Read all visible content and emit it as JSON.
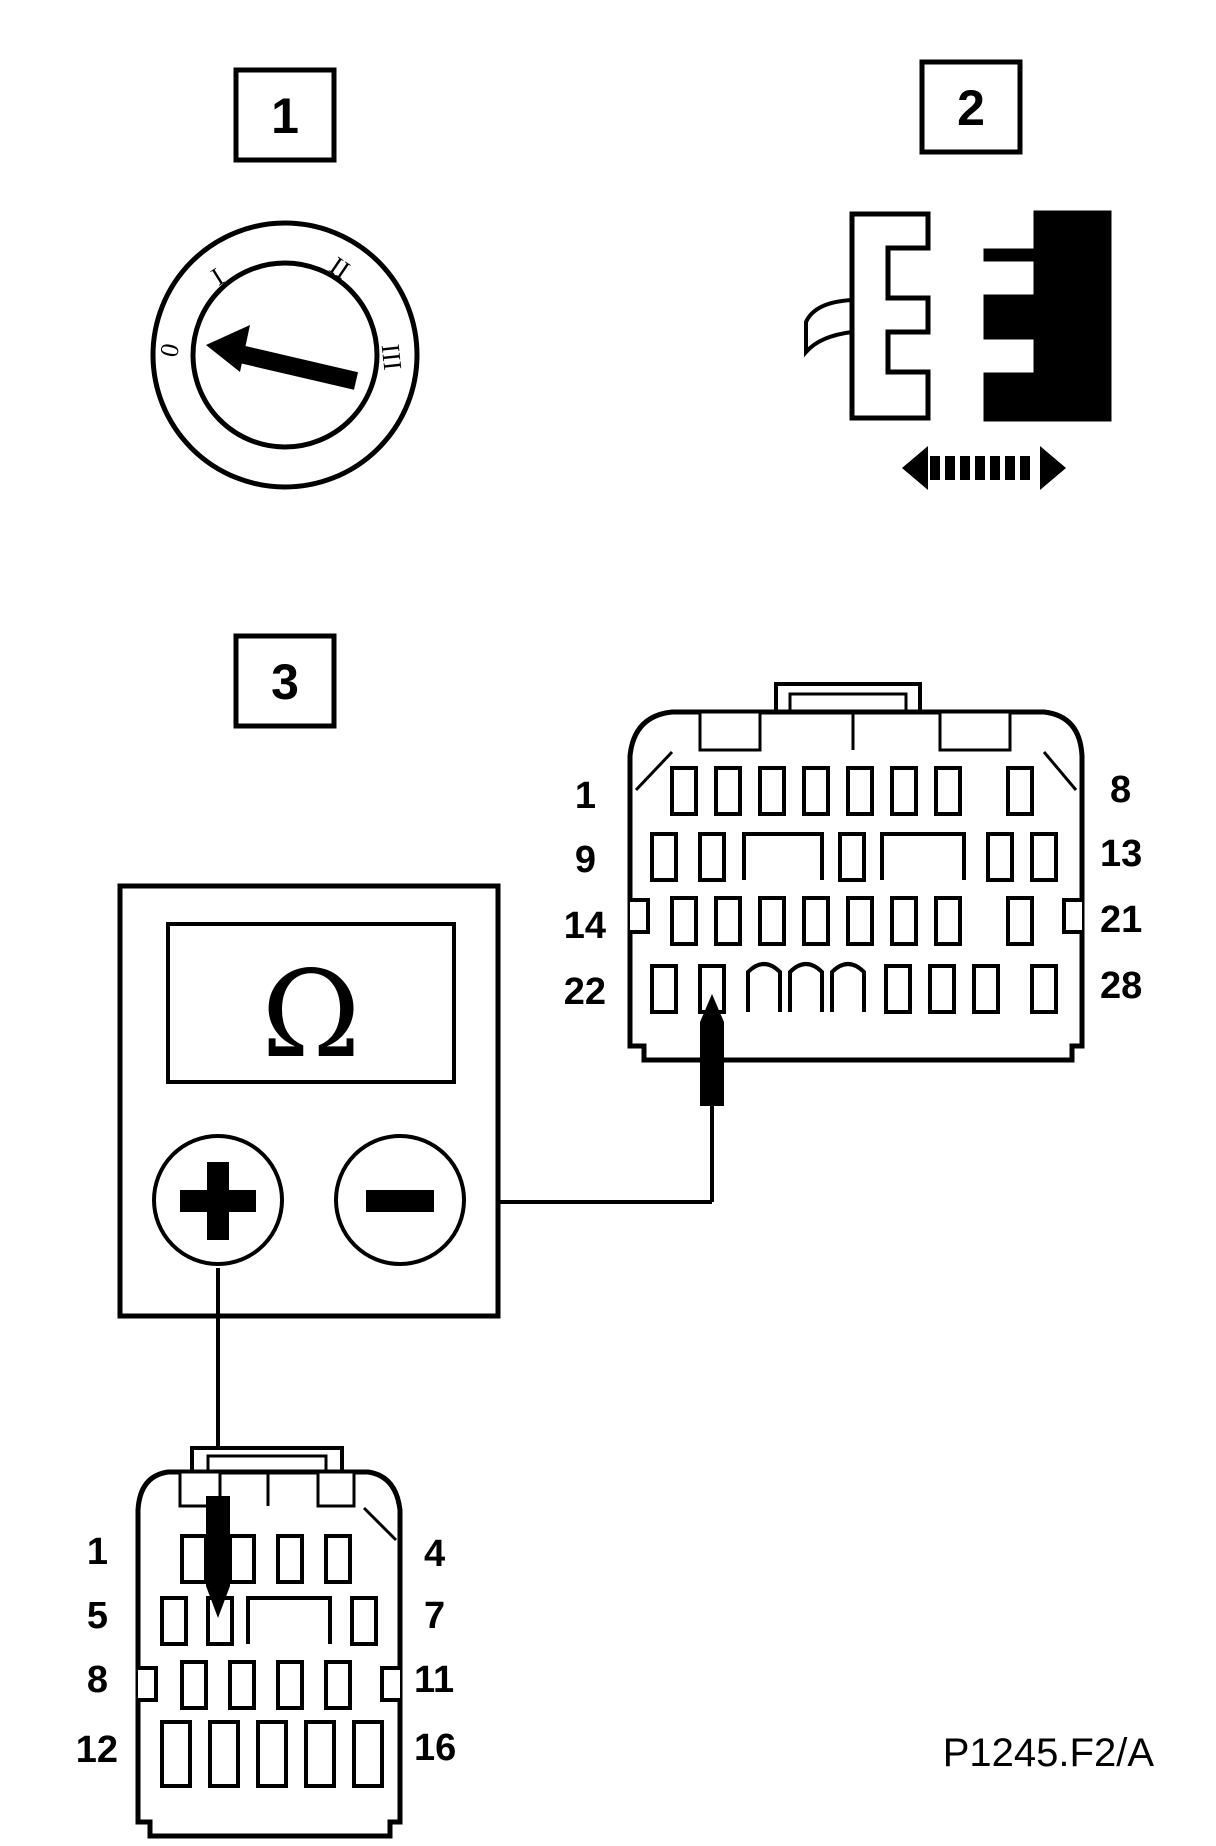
{
  "steps": {
    "step1": "1",
    "step2": "2",
    "step3": "3"
  },
  "ignition_dial": {
    "pos0": "0",
    "pos1": "I",
    "pos2": "II",
    "pos3": "III"
  },
  "meter": {
    "symbol": "Ω",
    "plus_label": "+",
    "minus_label": "−"
  },
  "connector_28": {
    "rows": [
      {
        "left": "1",
        "right": "8"
      },
      {
        "left": "9",
        "right": "13"
      },
      {
        "left": "14",
        "right": "21"
      },
      {
        "left": "22",
        "right": "28"
      }
    ]
  },
  "connector_16": {
    "rows": [
      {
        "left": "1",
        "right": "4"
      },
      {
        "left": "5",
        "right": "7"
      },
      {
        "left": "8",
        "right": "11"
      },
      {
        "left": "12",
        "right": "16"
      }
    ]
  },
  "reference": "P1245.F2/A"
}
